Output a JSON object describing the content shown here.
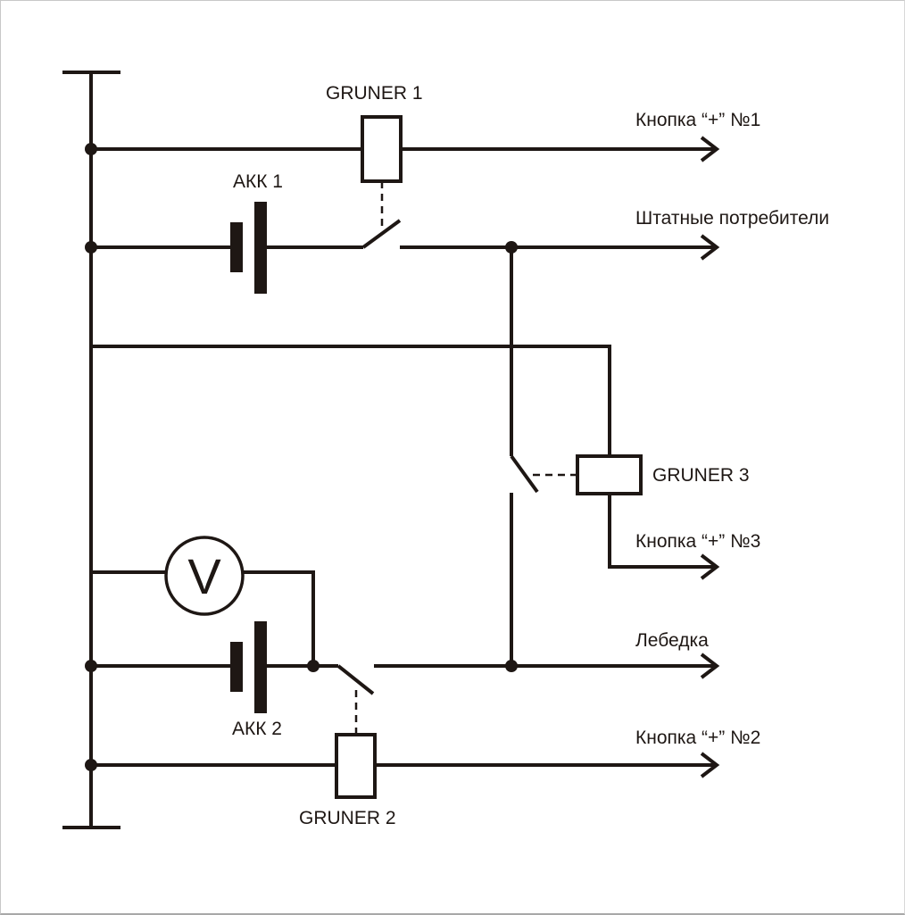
{
  "diagram": {
    "type": "electrical-schematic",
    "components": {
      "relay1": "GRUNER 1",
      "relay2": "GRUNER 2",
      "relay3": "GRUNER 3",
      "battery1": "АКК 1",
      "battery2": "АКК 2",
      "voltmeter": "V"
    },
    "outputs": {
      "button1": "Кнопка “+” №1",
      "standard_consumers": "Штатные потребители",
      "button3": "Кнопка “+” №3",
      "winch": "Лебедка",
      "button2": "Кнопка “+” №2"
    },
    "colors": {
      "line": "#1e1714",
      "background": "#ffffff"
    }
  }
}
